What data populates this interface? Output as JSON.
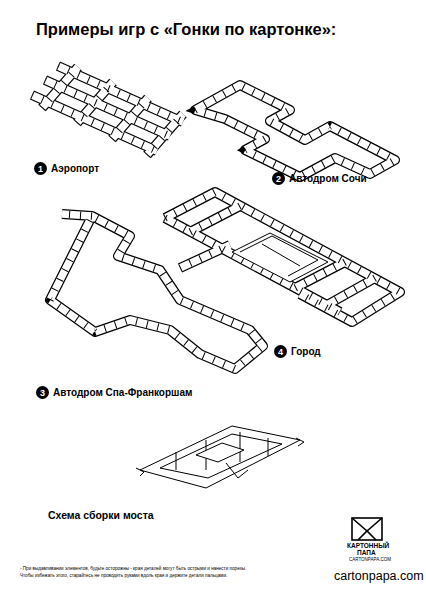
{
  "diagram": {
    "title": "Примеры игр с «Гонки по картонке»:",
    "nodes": [
      {
        "text": [
          "1",
          "Аэропорт"
        ]
      },
      {
        "text": [
          "2",
          "Автодром Сочи"
        ]
      },
      {
        "text": [
          "3",
          "Автодром Спа-Франкоршам"
        ]
      },
      {
        "text": [
          "4",
          "Город"
        ]
      }
    ],
    "labels": [
      "Схема сборки моста",
      "КАРТОННЫЙ",
      "ПАПА",
      "CARTONPAPA.COM",
      "cartonpapa.com",
      "- При выдавливании элементов, будьте осторожны - края деталей могут быть острыми и нанести порезы.",
      "Чтобы избежать этого, старайтесь не проводить руками вдоль края и держите детали пальцами."
    ]
  }
}
